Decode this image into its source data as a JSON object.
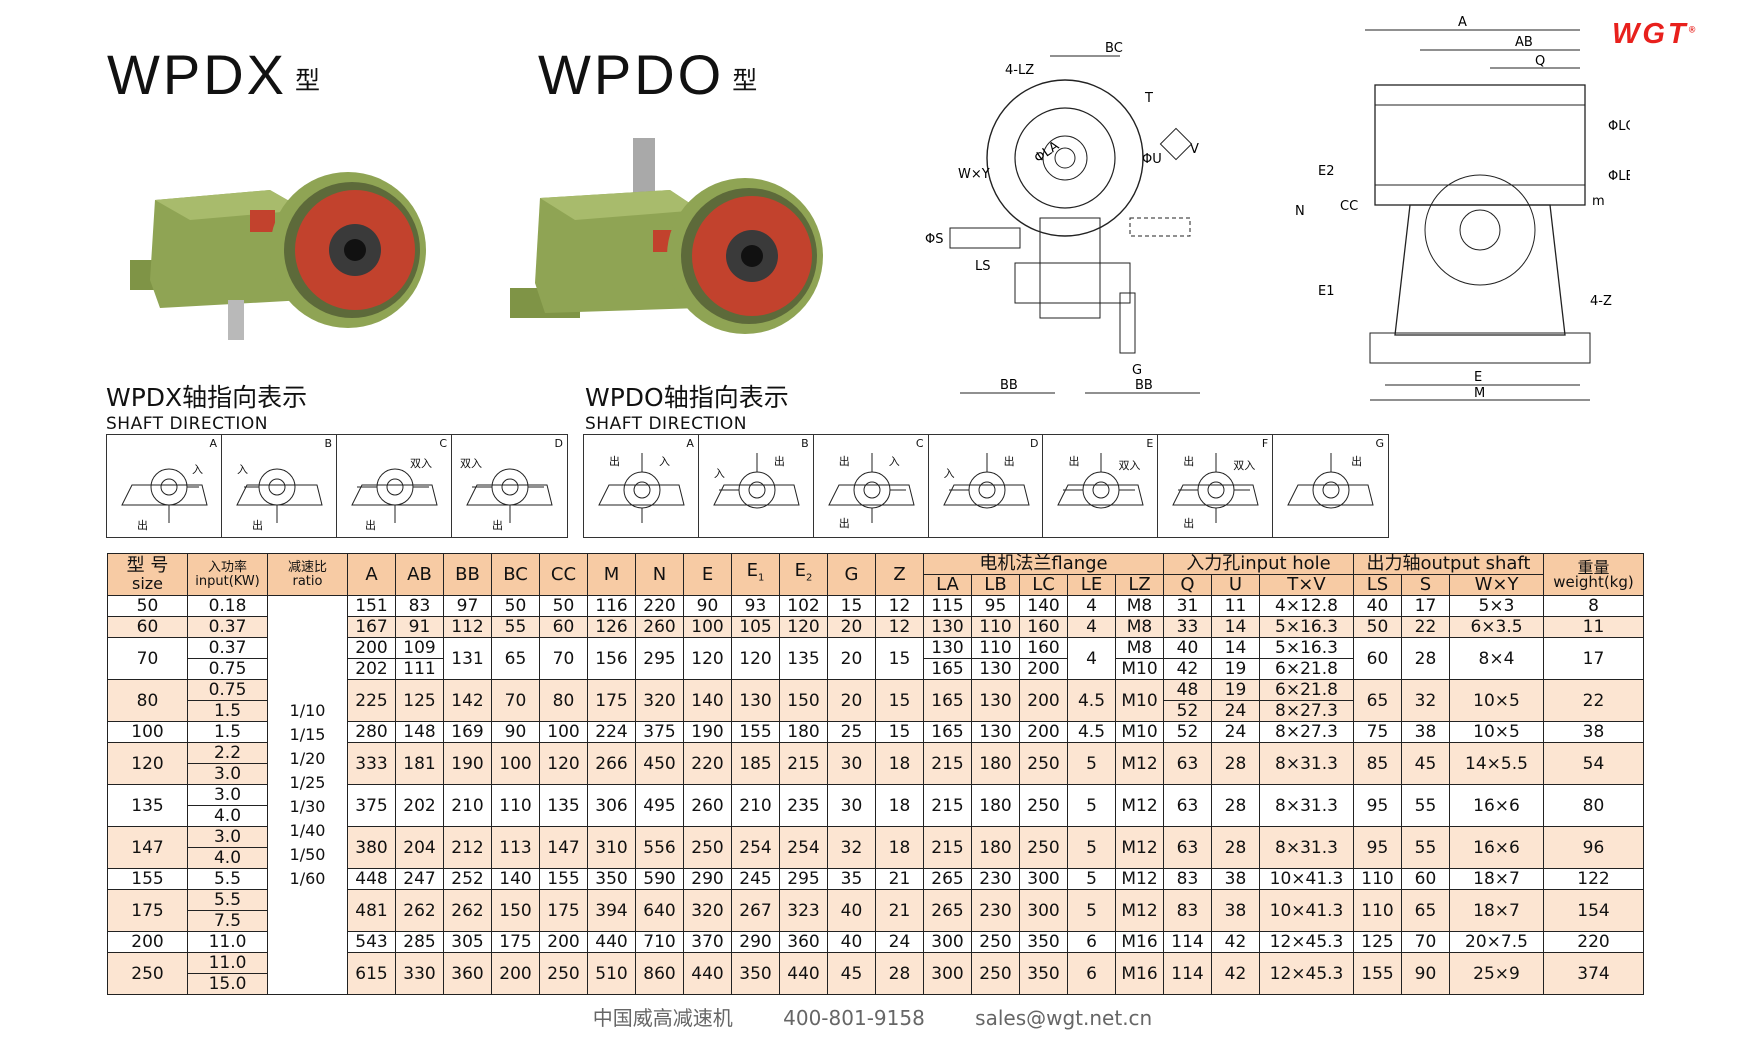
{
  "brand": {
    "logo": "WGT",
    "reg": "®"
  },
  "models": [
    {
      "name": "WPDX",
      "suffix": "型"
    },
    {
      "name": "WPDO",
      "suffix": "型"
    }
  ],
  "shaft_direction": {
    "wpdx": {
      "title_cn": "WPDX轴指向表示",
      "title_en": "SHAFT DIRECTION",
      "cells": [
        "A",
        "B",
        "C",
        "D"
      ]
    },
    "wpdo": {
      "title_cn": "WPDO轴指向表示",
      "title_en": "SHAFT DIRECTION",
      "cells": [
        "A",
        "B",
        "C",
        "D",
        "E",
        "F",
        "G"
      ]
    },
    "in_label": "入",
    "out_label": "出",
    "dual_in_label": "双入"
  },
  "drawing_labels": {
    "left": [
      "BC",
      "4-LZ",
      "W×Y",
      "ΦLA",
      "ΦS",
      "LS",
      "BB",
      "BB",
      "G",
      "T",
      "ΦU",
      "V"
    ],
    "right": [
      "A",
      "AB",
      "Q",
      "N",
      "E2",
      "CC",
      "E1",
      "ΦLB",
      "ΦLC",
      "m",
      "4-Z",
      "E",
      "M"
    ]
  },
  "table": {
    "head1": {
      "size": [
        "型 号",
        "size"
      ],
      "input": [
        "入功率",
        "input(KW)"
      ],
      "ratio": [
        "减速比",
        "ratio"
      ],
      "cols": [
        "A",
        "AB",
        "BB",
        "BC",
        "CC",
        "M",
        "N",
        "E",
        "E",
        "E",
        "G",
        "Z"
      ],
      "sub12": [
        "1",
        "2"
      ],
      "flange": "电机法兰flange",
      "inhole": "入力孔input hole",
      "outshaft": "出力轴output shaft",
      "weight": [
        "重量",
        "weight(kg)"
      ]
    },
    "head2": [
      "LA",
      "LB",
      "LC",
      "LE",
      "LZ",
      "Q",
      "U",
      "T×V",
      "LS",
      "S",
      "W×Y"
    ],
    "ratios": [
      "1/10",
      "1/15",
      "1/20",
      "1/25",
      "1/30",
      "1/40",
      "1/50",
      "1/60"
    ],
    "groups": [
      {
        "size": "50",
        "rows": [
          {
            "kw": "0.18",
            "A": "151",
            "AB": "83",
            "LZ": "M8",
            "Q": "31",
            "U": "11",
            "TV": "4×12.8"
          }
        ],
        "BB": "97",
        "BC": "50",
        "CC": "50",
        "M": "116",
        "N": "220",
        "E": "90",
        "E1": "93",
        "E2": "102",
        "G": "15",
        "Z": "12",
        "LA": "115",
        "LB": "95",
        "LC": "140",
        "LE": "4",
        "LS": "40",
        "S": "17",
        "WY": "5×3",
        "W": "8",
        "alt": false
      },
      {
        "size": "60",
        "rows": [
          {
            "kw": "0.37",
            "A": "167",
            "AB": "91",
            "LZ": "M8",
            "Q": "33",
            "U": "14",
            "TV": "5×16.3"
          }
        ],
        "BB": "112",
        "BC": "55",
        "CC": "60",
        "M": "126",
        "N": "260",
        "E": "100",
        "E1": "105",
        "E2": "120",
        "G": "20",
        "Z": "12",
        "LA": "130",
        "LB": "110",
        "LC": "160",
        "LE": "4",
        "LS": "50",
        "S": "22",
        "WY": "6×3.5",
        "W": "11",
        "alt": true
      },
      {
        "size": "70",
        "rows": [
          {
            "kw": "0.37",
            "A": "200",
            "AB": "109",
            "LZ": "M8",
            "Q": "40",
            "U": "14",
            "TV": "5×16.3",
            "LA": "130",
            "LB": "110",
            "LC": "160"
          },
          {
            "kw": "0.75",
            "A": "202",
            "AB": "111",
            "LZ": "M10",
            "Q": "42",
            "U": "19",
            "TV": "6×21.8",
            "LA": "165",
            "LB": "130",
            "LC": "200"
          }
        ],
        "BB": "131",
        "BC": "65",
        "CC": "70",
        "M": "156",
        "N": "295",
        "E": "120",
        "E1": "120",
        "E2": "135",
        "G": "20",
        "Z": "15",
        "LE": "4",
        "LS": "60",
        "S": "28",
        "WY": "8×4",
        "W": "17",
        "alt": false,
        "splitFlange": true
      },
      {
        "size": "80",
        "rows": [
          {
            "kw": "0.75",
            "Q": "48",
            "U": "19",
            "TV": "6×21.8"
          },
          {
            "kw": "1.5",
            "Q": "52",
            "U": "24",
            "TV": "8×27.3"
          }
        ],
        "A": "225",
        "AB": "125",
        "BB": "142",
        "BC": "70",
        "CC": "80",
        "M": "175",
        "N": "320",
        "E": "140",
        "E1": "130",
        "E2": "150",
        "G": "20",
        "Z": "15",
        "LA": "165",
        "LB": "130",
        "LC": "200",
        "LE": "4.5",
        "LZ": "M10",
        "LS": "65",
        "S": "32",
        "WY": "10×5",
        "W": "22",
        "alt": true,
        "splitHole": true
      },
      {
        "size": "100",
        "rows": [
          {
            "kw": "1.5"
          }
        ],
        "A": "280",
        "AB": "148",
        "BB": "169",
        "BC": "90",
        "CC": "100",
        "M": "224",
        "N": "375",
        "E": "190",
        "E1": "155",
        "E2": "180",
        "G": "25",
        "Z": "15",
        "LA": "165",
        "LB": "130",
        "LC": "200",
        "LE": "4.5",
        "LZ": "M10",
        "Q": "52",
        "U": "24",
        "TV": "8×27.3",
        "LS": "75",
        "S": "38",
        "WY": "10×5",
        "W": "38",
        "alt": false
      },
      {
        "size": "120",
        "rows": [
          {
            "kw": "2.2"
          },
          {
            "kw": "3.0"
          }
        ],
        "A": "333",
        "AB": "181",
        "BB": "190",
        "BC": "100",
        "CC": "120",
        "M": "266",
        "N": "450",
        "E": "220",
        "E1": "185",
        "E2": "215",
        "G": "30",
        "Z": "18",
        "LA": "215",
        "LB": "180",
        "LC": "250",
        "LE": "5",
        "LZ": "M12",
        "Q": "63",
        "U": "28",
        "TV": "8×31.3",
        "LS": "85",
        "S": "45",
        "WY": "14×5.5",
        "W": "54",
        "alt": true
      },
      {
        "size": "135",
        "rows": [
          {
            "kw": "3.0"
          },
          {
            "kw": "4.0"
          }
        ],
        "A": "375",
        "AB": "202",
        "BB": "210",
        "BC": "110",
        "CC": "135",
        "M": "306",
        "N": "495",
        "E": "260",
        "E1": "210",
        "E2": "235",
        "G": "30",
        "Z": "18",
        "LA": "215",
        "LB": "180",
        "LC": "250",
        "LE": "5",
        "LZ": "M12",
        "Q": "63",
        "U": "28",
        "TV": "8×31.3",
        "LS": "95",
        "S": "55",
        "WY": "16×6",
        "W": "80",
        "alt": false
      },
      {
        "size": "147",
        "rows": [
          {
            "kw": "3.0"
          },
          {
            "kw": "4.0"
          }
        ],
        "A": "380",
        "AB": "204",
        "BB": "212",
        "BC": "113",
        "CC": "147",
        "M": "310",
        "N": "556",
        "E": "250",
        "E1": "254",
        "E2": "254",
        "G": "32",
        "Z": "18",
        "LA": "215",
        "LB": "180",
        "LC": "250",
        "LE": "5",
        "LZ": "M12",
        "Q": "63",
        "U": "28",
        "TV": "8×31.3",
        "LS": "95",
        "S": "55",
        "WY": "16×6",
        "W": "96",
        "alt": true
      },
      {
        "size": "155",
        "rows": [
          {
            "kw": "5.5"
          }
        ],
        "A": "448",
        "AB": "247",
        "BB": "252",
        "BC": "140",
        "CC": "155",
        "M": "350",
        "N": "590",
        "E": "290",
        "E1": "245",
        "E2": "295",
        "G": "35",
        "Z": "21",
        "LA": "265",
        "LB": "230",
        "LC": "300",
        "LE": "5",
        "LZ": "M12",
        "Q": "83",
        "U": "38",
        "TV": "10×41.3",
        "LS": "110",
        "S": "60",
        "WY": "18×7",
        "W": "122",
        "alt": false
      },
      {
        "size": "175",
        "rows": [
          {
            "kw": "5.5"
          },
          {
            "kw": "7.5"
          }
        ],
        "A": "481",
        "AB": "262",
        "BB": "262",
        "BC": "150",
        "CC": "175",
        "M": "394",
        "N": "640",
        "E": "320",
        "E1": "267",
        "E2": "323",
        "G": "40",
        "Z": "21",
        "LA": "265",
        "LB": "230",
        "LC": "300",
        "LE": "5",
        "LZ": "M12",
        "Q": "83",
        "U": "38",
        "TV": "10×41.3",
        "LS": "110",
        "S": "65",
        "WY": "18×7",
        "W": "154",
        "alt": true
      },
      {
        "size": "200",
        "rows": [
          {
            "kw": "11.0"
          }
        ],
        "A": "543",
        "AB": "285",
        "BB": "305",
        "BC": "175",
        "CC": "200",
        "M": "440",
        "N": "710",
        "E": "370",
        "E1": "290",
        "E2": "360",
        "G": "40",
        "Z": "24",
        "LA": "300",
        "LB": "250",
        "LC": "350",
        "LE": "6",
        "LZ": "M16",
        "Q": "114",
        "U": "42",
        "TV": "12×45.3",
        "LS": "125",
        "S": "70",
        "WY": "20×7.5",
        "W": "220",
        "alt": false
      },
      {
        "size": "250",
        "rows": [
          {
            "kw": "11.0"
          },
          {
            "kw": "15.0"
          }
        ],
        "A": "615",
        "AB": "330",
        "BB": "360",
        "BC": "200",
        "CC": "250",
        "M": "510",
        "N": "860",
        "E": "440",
        "E1": "350",
        "E2": "440",
        "G": "45",
        "Z": "28",
        "LA": "300",
        "LB": "250",
        "LC": "350",
        "LE": "6",
        "LZ": "M16",
        "Q": "114",
        "U": "42",
        "TV": "12×45.3",
        "LS": "155",
        "S": "90",
        "WY": "25×9",
        "W": "374",
        "alt": true
      }
    ]
  },
  "footer": {
    "company": "中国威高减速机",
    "phone": "400-801-9158",
    "email": "sales@wgt.net.cn"
  },
  "colors": {
    "header_bg": "#f7cba4",
    "row_alt": "#fce5d2",
    "logo": "#e8201c",
    "gear_green": "#8fa454",
    "gear_red": "#c2422d"
  }
}
